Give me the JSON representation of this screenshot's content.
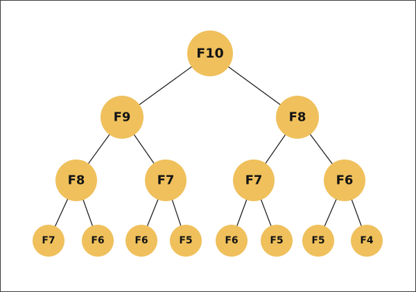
{
  "diagram": {
    "nodes": [
      {
        "id": "n0",
        "label": "F10"
      },
      {
        "id": "n1",
        "label": "F9"
      },
      {
        "id": "n2",
        "label": "F8"
      },
      {
        "id": "n3",
        "label": "F8"
      },
      {
        "id": "n4",
        "label": "F7"
      },
      {
        "id": "n5",
        "label": "F7"
      },
      {
        "id": "n6",
        "label": "F6"
      },
      {
        "id": "n7",
        "label": "F7"
      },
      {
        "id": "n8",
        "label": "F6"
      },
      {
        "id": "n9",
        "label": "F6"
      },
      {
        "id": "n10",
        "label": "F5"
      },
      {
        "id": "n11",
        "label": "F6"
      },
      {
        "id": "n12",
        "label": "F5"
      },
      {
        "id": "n13",
        "label": "F5"
      },
      {
        "id": "n14",
        "label": "F4"
      }
    ],
    "edges": [
      {
        "from": "n0",
        "to": "n1"
      },
      {
        "from": "n0",
        "to": "n2"
      },
      {
        "from": "n1",
        "to": "n3"
      },
      {
        "from": "n1",
        "to": "n4"
      },
      {
        "from": "n2",
        "to": "n5"
      },
      {
        "from": "n2",
        "to": "n6"
      },
      {
        "from": "n3",
        "to": "n7"
      },
      {
        "from": "n3",
        "to": "n8"
      },
      {
        "from": "n4",
        "to": "n9"
      },
      {
        "from": "n4",
        "to": "n10"
      },
      {
        "from": "n5",
        "to": "n11"
      },
      {
        "from": "n5",
        "to": "n12"
      },
      {
        "from": "n6",
        "to": "n13"
      },
      {
        "from": "n6",
        "to": "n14"
      }
    ],
    "colors": {
      "node_fill": "#efc05c",
      "edge": "#1e1e1e",
      "text": "#141414",
      "border": "#3a3a3a"
    }
  }
}
